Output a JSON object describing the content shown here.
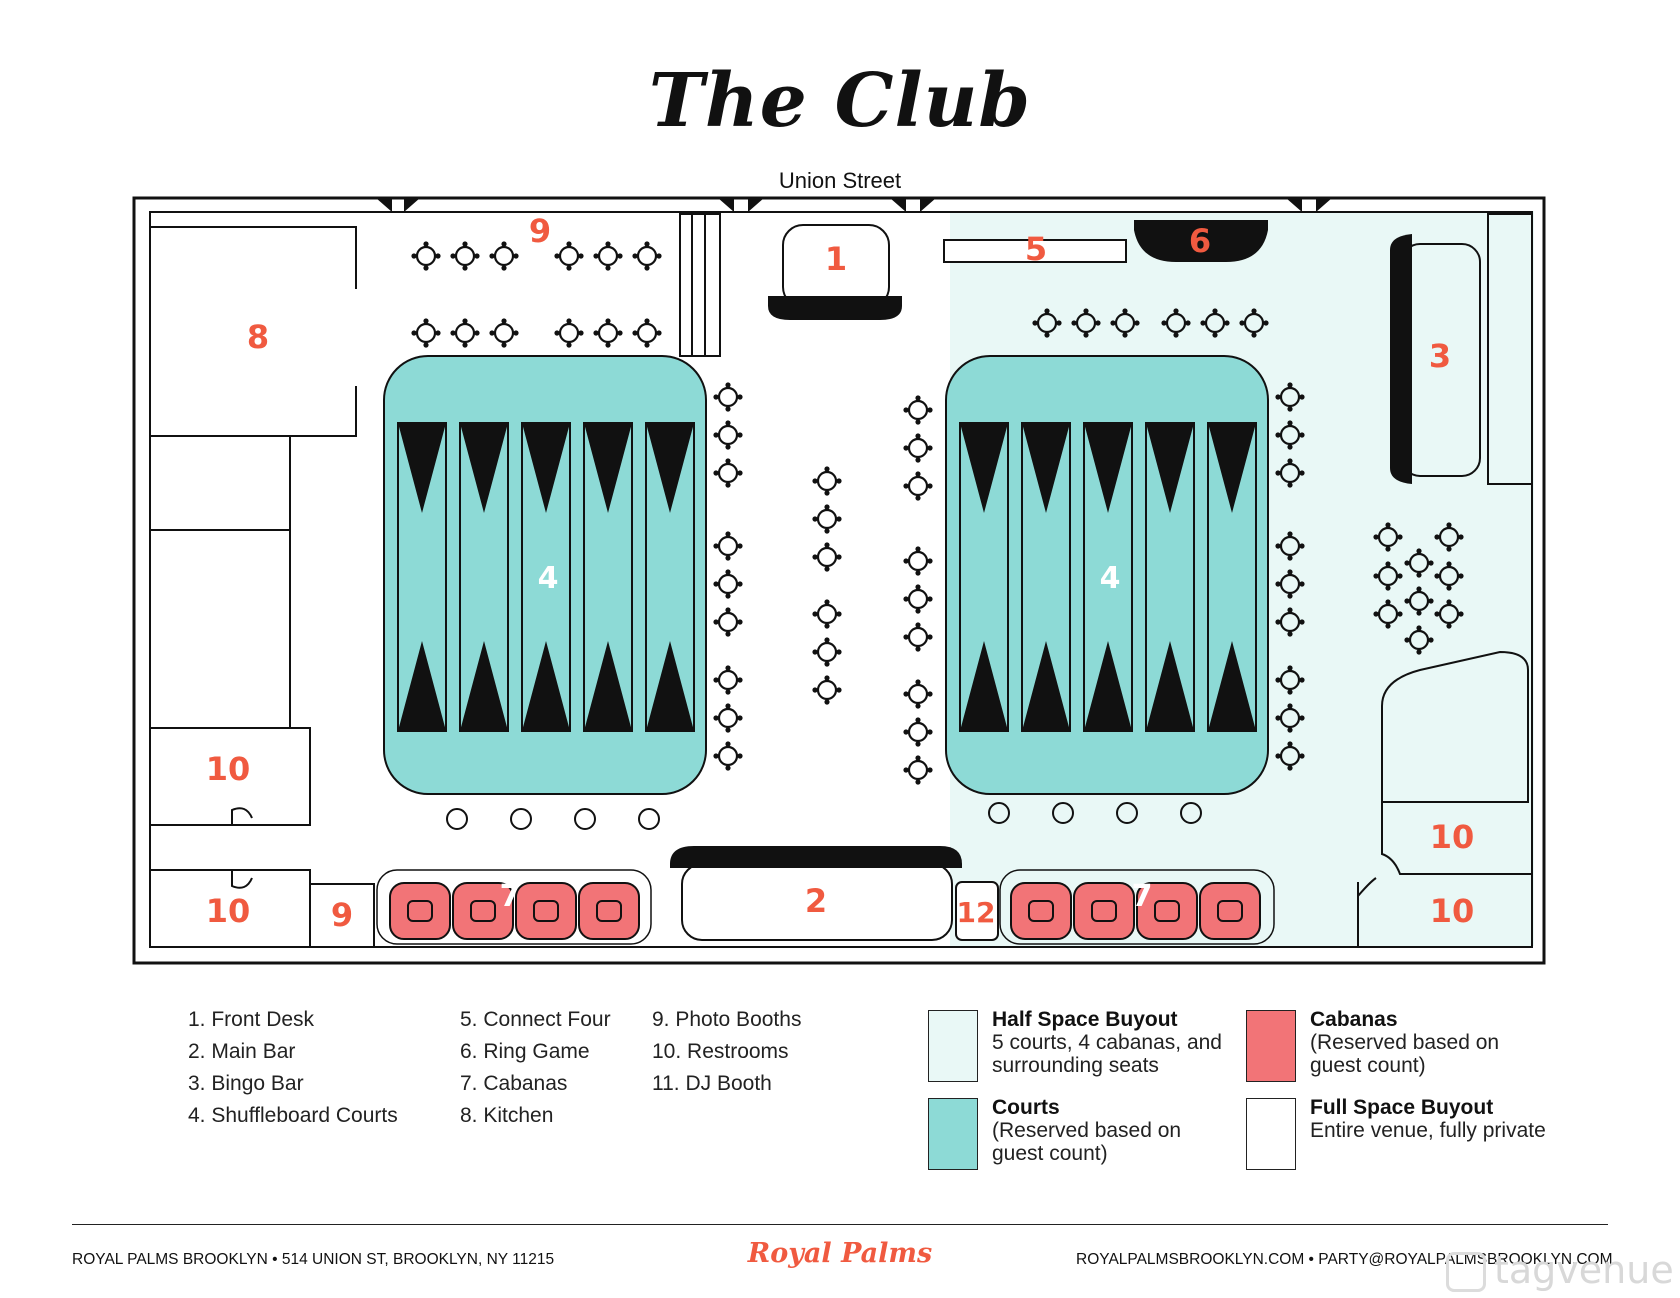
{
  "title": "The Club",
  "street": "Union Street",
  "map_labels": {
    "front_desk": "1",
    "main_bar": "2",
    "bingo_bar": "3",
    "court_left": "4",
    "court_right": "4",
    "connect_four": "5",
    "ring_game": "6",
    "cabana_left": "7",
    "cabana_right": "7",
    "kitchen": "8",
    "photo_booth_top": "9",
    "photo_booth_bottom": "9",
    "restroom_left_top": "10",
    "restroom_left_bottom": "10",
    "restroom_right_top": "10",
    "restroom_right_bottom": "10",
    "booth_12": "12"
  },
  "legend_items": {
    "col1": [
      "1. Front Desk",
      "2. Main Bar",
      "3. Bingo Bar",
      "4. Shuffleboard Courts"
    ],
    "col2": [
      "5. Connect Four",
      "6. Ring Game",
      "7. Cabanas",
      "8. Kitchen"
    ],
    "col3": [
      "9. Photo Booths",
      "10. Restrooms",
      "11. DJ Booth"
    ]
  },
  "key": {
    "half": {
      "title": "Half Space Buyout",
      "desc": "5 courts, 4 cabanas, and surrounding seats",
      "color": "#e9f8f6"
    },
    "courts": {
      "title": "Courts",
      "desc": "(Reserved based on guest count)",
      "color": "#8ddad6"
    },
    "cabanas": {
      "title": "Cabanas",
      "desc": "(Reserved based on guest count)",
      "color": "#f27477"
    },
    "full": {
      "title": "Full Space Buyout",
      "desc": "Entire venue, fully private",
      "color": "#ffffff"
    }
  },
  "footer": {
    "left": "ROYAL PALMS BROOKLYN • 514 UNION ST, BROOKLYN, NY 11215",
    "brand": "Royal Palms",
    "right": "ROYALPALMSBROOKLYN.COM • PARTY@ROYALPALMSBROOKLYN.COM",
    "watermark": "tagvenue"
  },
  "colors": {
    "accent": "#f05a40",
    "court": "#8ddad6",
    "half_space": "#e9f8f6",
    "cabana": "#f27477"
  }
}
